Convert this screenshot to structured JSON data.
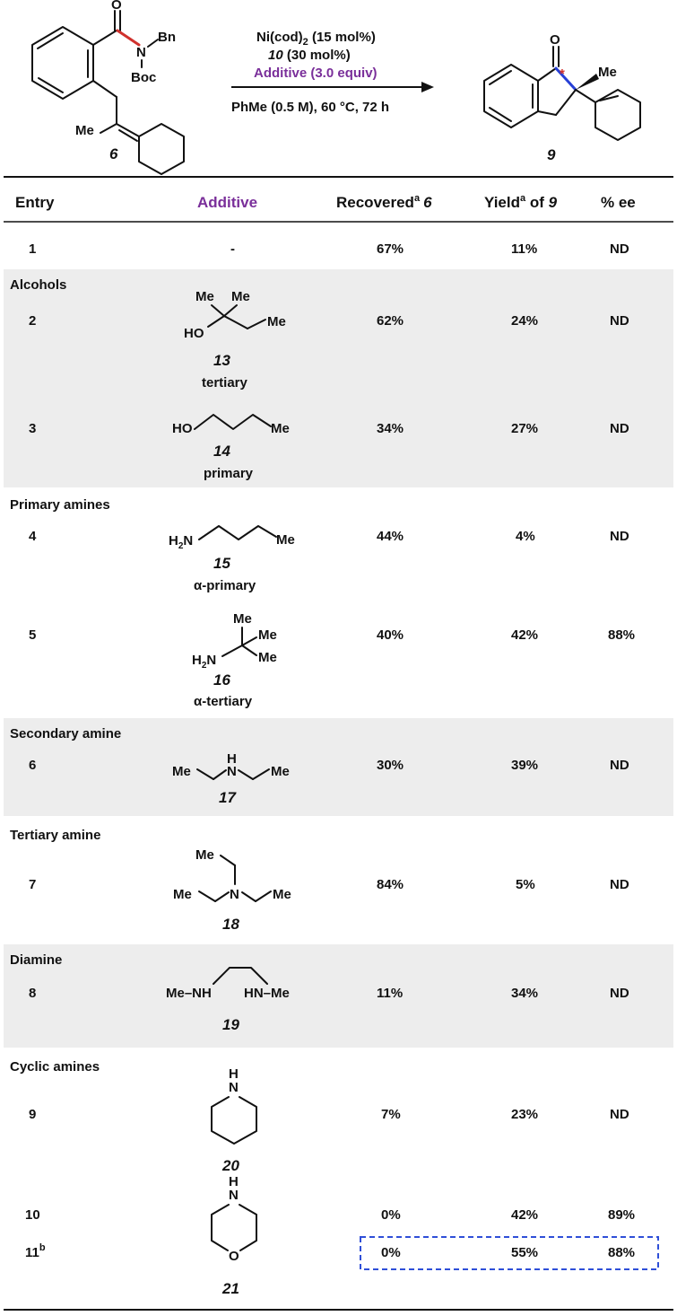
{
  "colors": {
    "additive_accent": "#7a2f9a",
    "bond_highlight_red": "#d0312d",
    "bond_highlight_blue": "#2740d6",
    "highlight_box": "#2f4fd8",
    "row_shade": "#ededed"
  },
  "scheme": {
    "reactant": {
      "label": "6",
      "substituents": {
        "n_top": "Bn",
        "n": "N",
        "n_bottom": "Boc",
        "o": "O",
        "me": "Me"
      }
    },
    "conditions": {
      "line1": "Ni(cod)",
      "line1_sub": "2",
      "line1_rest": " (15 mol%)",
      "line2_ligand": "10",
      "line2_rest": " (30 mol%)",
      "line3": "Additive (3.0 equiv)",
      "line4": "PhMe (0.5 M), 60 °C, 72 h"
    },
    "product": {
      "label": "9",
      "o": "O",
      "me": "Me",
      "stereo_mark": "*"
    }
  },
  "table": {
    "headers": {
      "entry": "Entry",
      "additive": "Additive",
      "recovered_main": "Recovered",
      "recovered_sup": "a",
      "recovered_cmpd": "6",
      "yield_main": "Yield",
      "yield_sup": "a",
      "yield_mid": " of ",
      "yield_cmpd": "9",
      "ee": "% ee"
    },
    "categories": {
      "alcohols": "Alcohols",
      "primary_amines": "Primary amines",
      "secondary_amine": "Secondary amine",
      "tertiary_amine": "Tertiary amine",
      "diamine": "Diamine",
      "cyclic_amines": "Cyclic amines"
    },
    "rows": [
      {
        "entry": "1",
        "additive": "-",
        "recovered": "67%",
        "yield": "11%",
        "ee": "ND"
      },
      {
        "entry": "2",
        "recovered": "62%",
        "yield": "24%",
        "ee": "ND"
      },
      {
        "entry": "3",
        "recovered": "34%",
        "yield": "27%",
        "ee": "ND"
      },
      {
        "entry": "4",
        "recovered": "44%",
        "yield": "4%",
        "ee": "ND"
      },
      {
        "entry": "5",
        "recovered": "40%",
        "yield": "42%",
        "ee": "88%"
      },
      {
        "entry": "6",
        "recovered": "30%",
        "yield": "39%",
        "ee": "ND"
      },
      {
        "entry": "7",
        "recovered": "84%",
        "yield": "5%",
        "ee": "ND"
      },
      {
        "entry": "8",
        "recovered": "11%",
        "yield": "34%",
        "ee": "ND"
      },
      {
        "entry": "9",
        "recovered": "7%",
        "yield": "23%",
        "ee": "ND"
      },
      {
        "entry": "10",
        "recovered": "0%",
        "yield": "42%",
        "ee": "89%"
      },
      {
        "entry": "11",
        "entry_sup": "b",
        "recovered": "0%",
        "yield": "55%",
        "ee": "88%"
      }
    ],
    "additives": {
      "c13": {
        "label": "13",
        "type": "tertiary",
        "me1": "Me",
        "me2": "Me",
        "me3": "Me",
        "ho": "HO"
      },
      "c14": {
        "label": "14",
        "type": "primary",
        "ho": "HO",
        "me": "Me"
      },
      "c15": {
        "label": "15",
        "type": "α-primary",
        "h2n": "H",
        "h2n_sub": "2",
        "h2n_n": "N",
        "me": "Me"
      },
      "c16": {
        "label": "16",
        "type": "α-tertiary",
        "h2n": "H",
        "h2n_sub": "2",
        "h2n_n": "N",
        "me1": "Me",
        "me2": "Me",
        "me3": "Me"
      },
      "c17": {
        "label": "17",
        "h": "H",
        "n": "N",
        "me1": "Me",
        "me2": "Me"
      },
      "c18": {
        "label": "18",
        "n": "N",
        "me1": "Me",
        "me2": "Me",
        "me3": "Me"
      },
      "c19": {
        "label": "19",
        "left": "Me–NH",
        "right": "HN–Me"
      },
      "c20": {
        "label": "20",
        "h": "H",
        "n": "N"
      },
      "c21": {
        "label": "21",
        "h": "H",
        "n": "N",
        "o": "O"
      }
    }
  }
}
